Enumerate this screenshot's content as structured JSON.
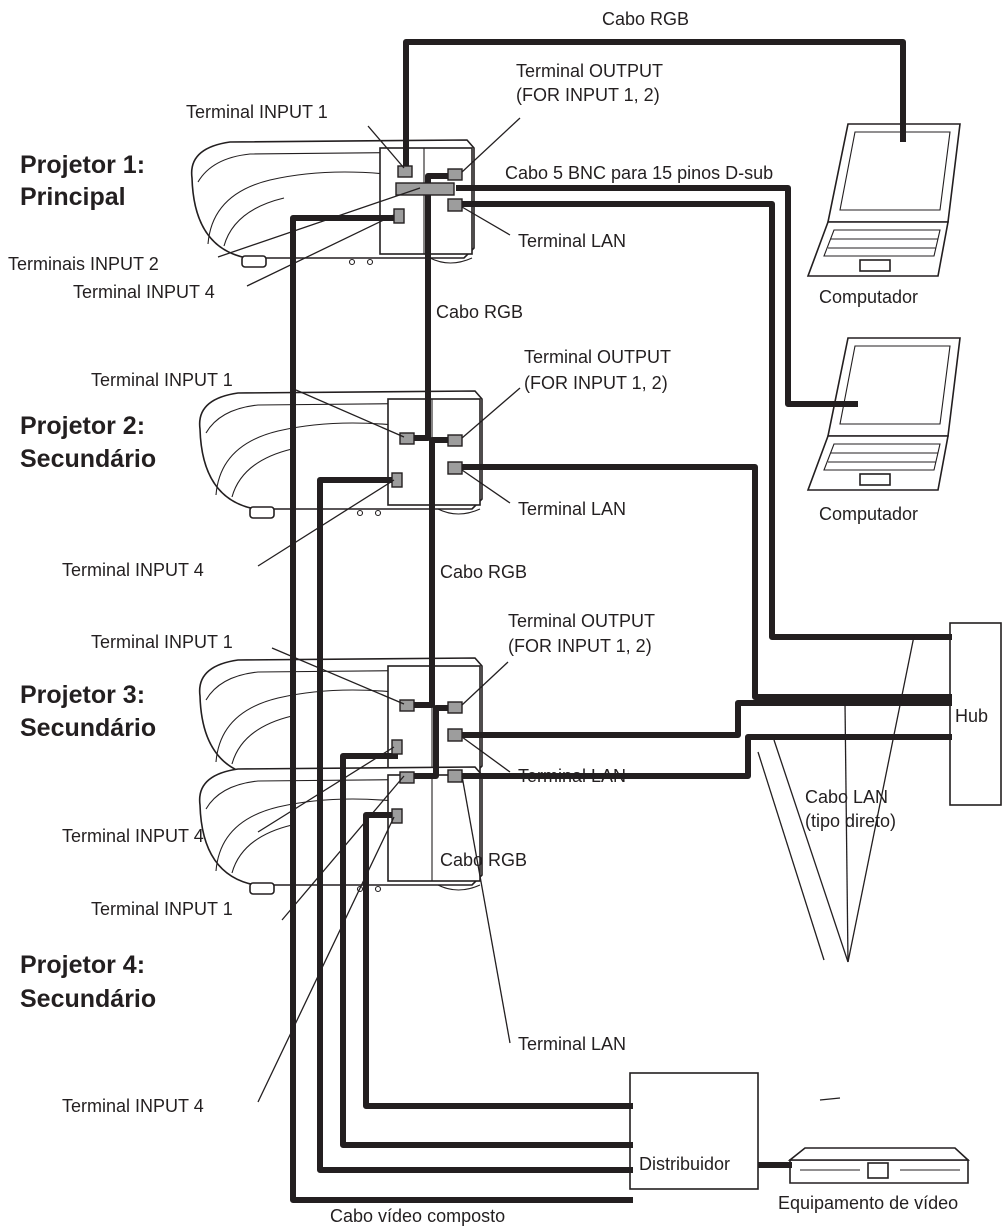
{
  "projectors": [
    {
      "title1": "Projetor 1:",
      "title2": "Principal",
      "input1": "Terminal INPUT 1",
      "output1": "Terminal OUTPUT",
      "output2": "(FOR INPUT 1, 2)",
      "input2": "Terminais INPUT 2",
      "lan": "Terminal LAN",
      "input4": "Terminal INPUT 4"
    },
    {
      "title1": "Projetor 2:",
      "title2": "Secundário",
      "input1": "Terminal INPUT 1",
      "output1": "Terminal OUTPUT",
      "output2": "(FOR INPUT 1, 2)",
      "lan": "Terminal LAN",
      "input4": "Terminal INPUT 4"
    },
    {
      "title1": "Projetor 3:",
      "title2": "Secundário",
      "input1": "Terminal INPUT 1",
      "output1": "Terminal OUTPUT",
      "output2": "(FOR INPUT 1, 2)",
      "lan": "Terminal LAN",
      "input4": "Terminal INPUT 4"
    },
    {
      "title1": "Projetor 4:",
      "title2": "Secundário",
      "input1": "Terminal INPUT 1",
      "lan": "Terminal LAN",
      "input4": "Terminal INPUT 4"
    }
  ],
  "cables": {
    "rgb_top": "Cabo RGB",
    "bnc": "Cabo 5 BNC para 15 pinos D-sub",
    "rgb_1_2": "Cabo RGB",
    "rgb_2_3": "Cabo RGB",
    "rgb_3_4": "Cabo RGB",
    "lan1": "Cabo LAN",
    "lan2": "(tipo direto)",
    "composite": "Cabo vídeo composto"
  },
  "devices": {
    "computer1": "Computador",
    "computer2": "Computador",
    "hub": "Hub",
    "distributor": "Distribuidor",
    "video": "Equipamento de vídeo"
  }
}
